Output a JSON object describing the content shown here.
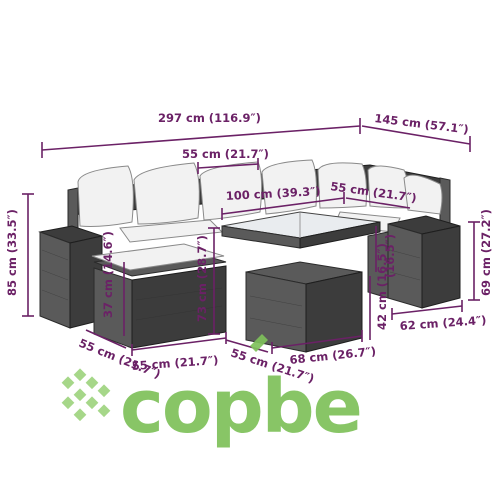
{
  "dimensions": {
    "total_length": "297 cm (116.9″)",
    "side_length": "145 cm (57.1″)",
    "seat_depth_top": "55 cm (21.7″)",
    "table_length": "100 cm (39.3″)",
    "seat_depth_right": "55 cm (21.7″)",
    "sofa_height": "85 cm (33.5″)",
    "ottoman_height": "37 cm (14.6″)",
    "table_height": "73 cm (28.7″)",
    "shelf_height": "42 cm (16.5″)",
    "table_shelf": "(16.5″)",
    "side_table_height": "69 cm (27.2″)",
    "side_table_width": "62 cm (24.4″)",
    "ottoman_depth": "55 cm (21.7″)",
    "ottoman_width": "55 cm (21.7″)",
    "table_width": "68 cm (26.7″)",
    "table_depth": "55 cm (21.7″)"
  },
  "colors": {
    "dimension": "#6b2166",
    "logo": "#7ec15a",
    "wicker": "#5a5a5a",
    "cushion": "#f2f2f2"
  },
  "logo": {
    "text": "copbe",
    "icon": "woven-cube-logo-icon"
  }
}
